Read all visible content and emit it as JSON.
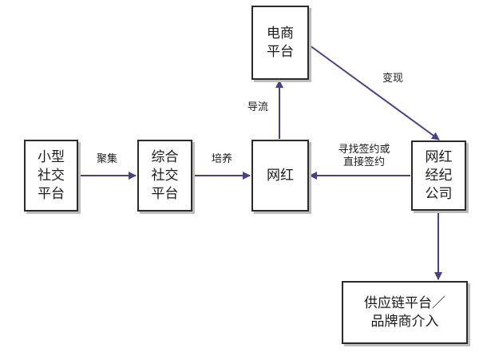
{
  "diagram": {
    "nodes": {
      "small_social": "小型\n社交\n平台",
      "general_social": "综合\n社交\n平台",
      "influencer": "网红",
      "ecommerce": "电商\n平台",
      "agency": "网红\n经纪\n公司",
      "supply_chain": "供应链平台／\n品牌商介入"
    },
    "edges": {
      "aggregate": "聚集",
      "cultivate": "培养",
      "guide_traffic": "导流",
      "monetize": "变现",
      "find_sign": "寻找签约或\n直接签约"
    },
    "colors": {
      "arrow": "#4b3f8a",
      "node_border": "#2a2a2a",
      "node_shadow": "#bdbdbd"
    }
  }
}
